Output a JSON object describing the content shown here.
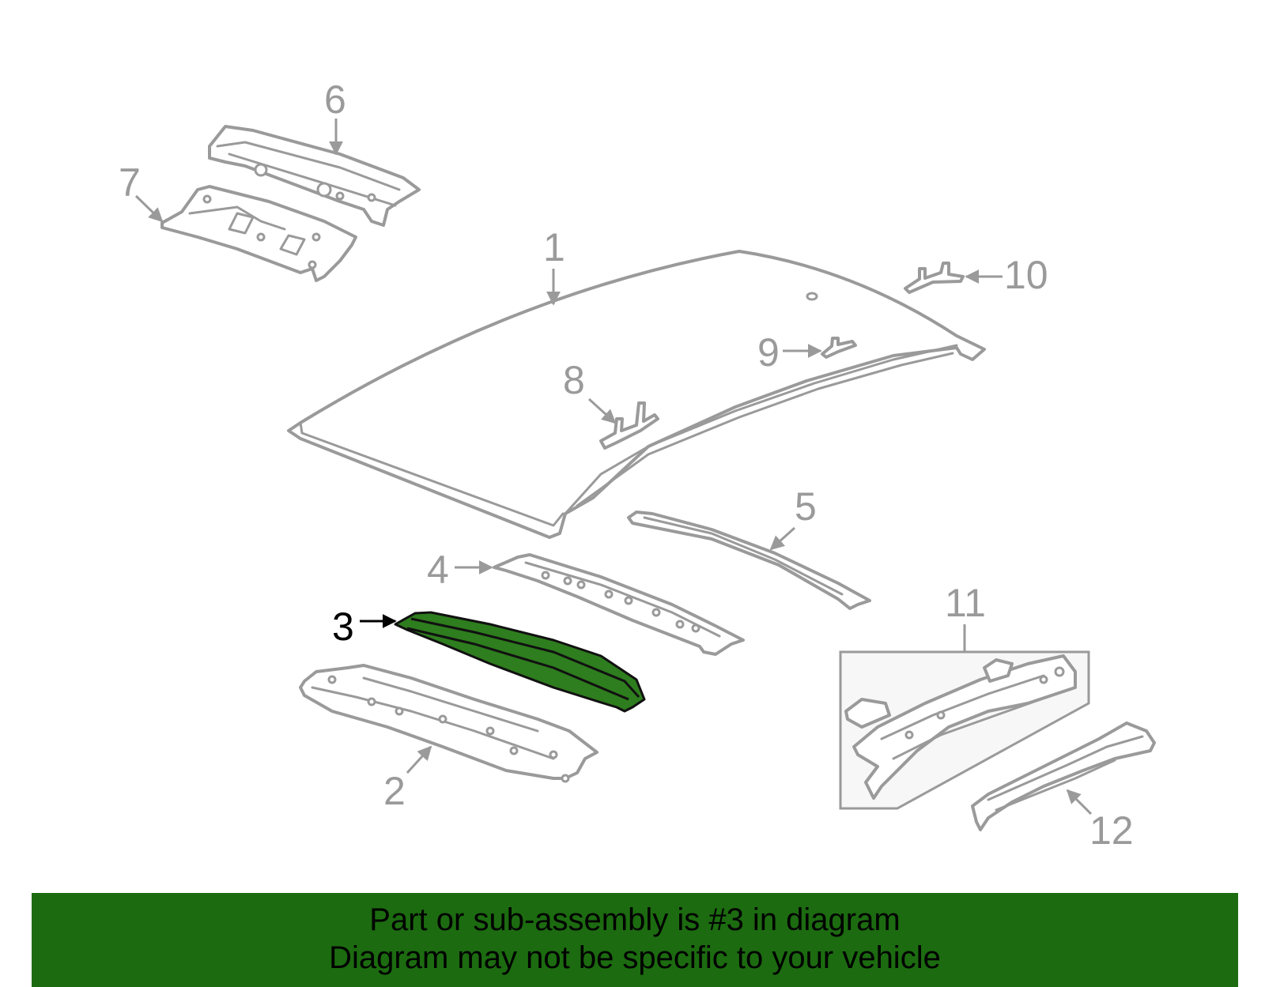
{
  "diagram": {
    "highlight_color": "#2e7d1e",
    "line_color": "#9a9a9a",
    "callouts": {
      "c1": "1",
      "c2": "2",
      "c3": "3",
      "c4": "4",
      "c5": "5",
      "c6": "6",
      "c7": "7",
      "c8": "8",
      "c9": "9",
      "c10": "10",
      "c11": "11",
      "c12": "12"
    },
    "highlighted_part": "3"
  },
  "banner": {
    "background": "#1c6b10",
    "line1": "Part or sub-assembly is #3 in diagram",
    "line2": "Diagram may not be specific to your vehicle"
  }
}
